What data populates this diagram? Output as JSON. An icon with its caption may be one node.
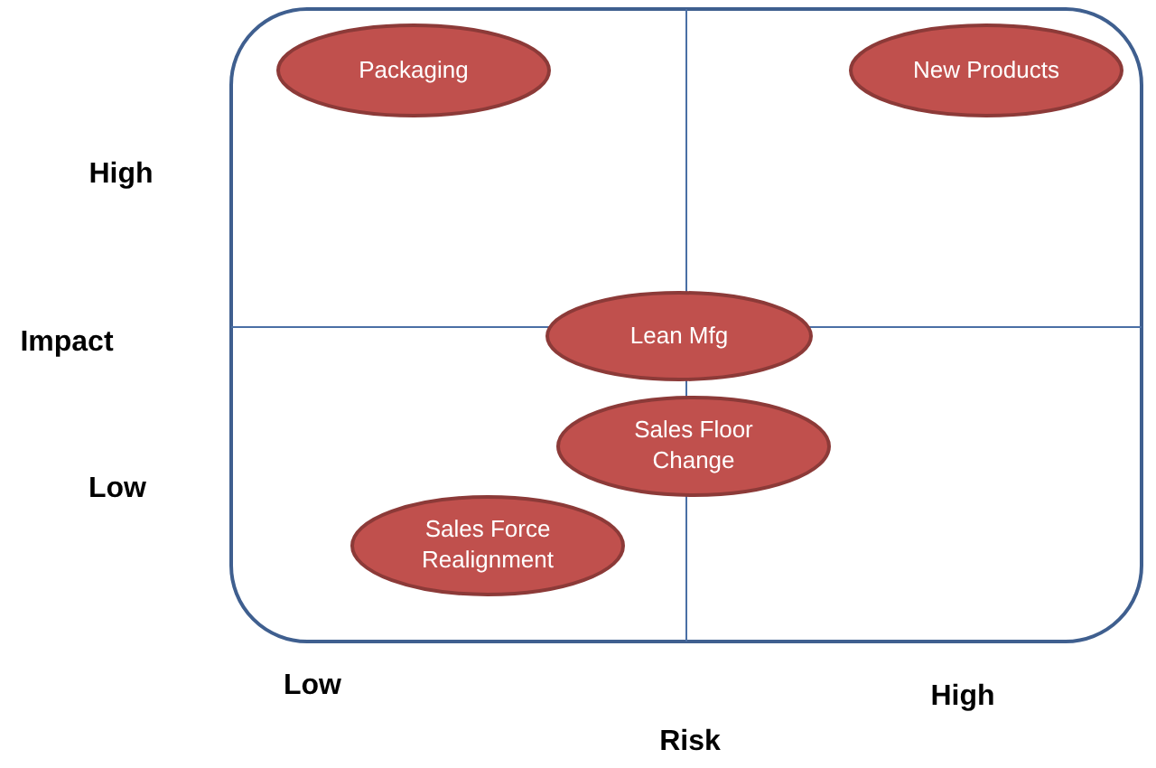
{
  "diagram": {
    "nodes": [
      {
        "text": [
          "Packaging"
        ]
      },
      {
        "text": [
          "New Products"
        ]
      },
      {
        "text": [
          "Lean Mfg"
        ]
      },
      {
        "text": [
          "Sales Floor Change"
        ]
      },
      {
        "text": [
          "Sales Force Realignment"
        ]
      }
    ],
    "labels": [
      "High",
      "Impact",
      "Low",
      "Low",
      "High",
      "Risk"
    ]
  }
}
